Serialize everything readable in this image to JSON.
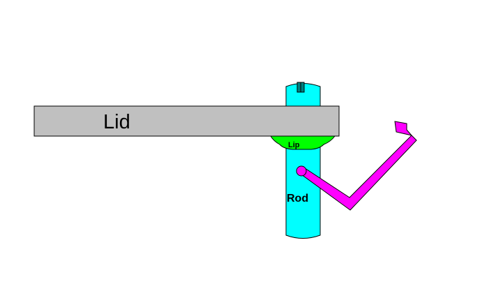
{
  "diagram": {
    "labels": {
      "lid": "Lid",
      "lip": "Lip",
      "rod": "Rod"
    },
    "colors": {
      "background": "#ffffff",
      "lid_fill": "#c0c0c0",
      "rod_fill": "#00ffff",
      "lip_fill": "#00ff00",
      "lever_fill": "#ff00ff",
      "slot_fill": "#008080",
      "outline": "#000000"
    }
  }
}
